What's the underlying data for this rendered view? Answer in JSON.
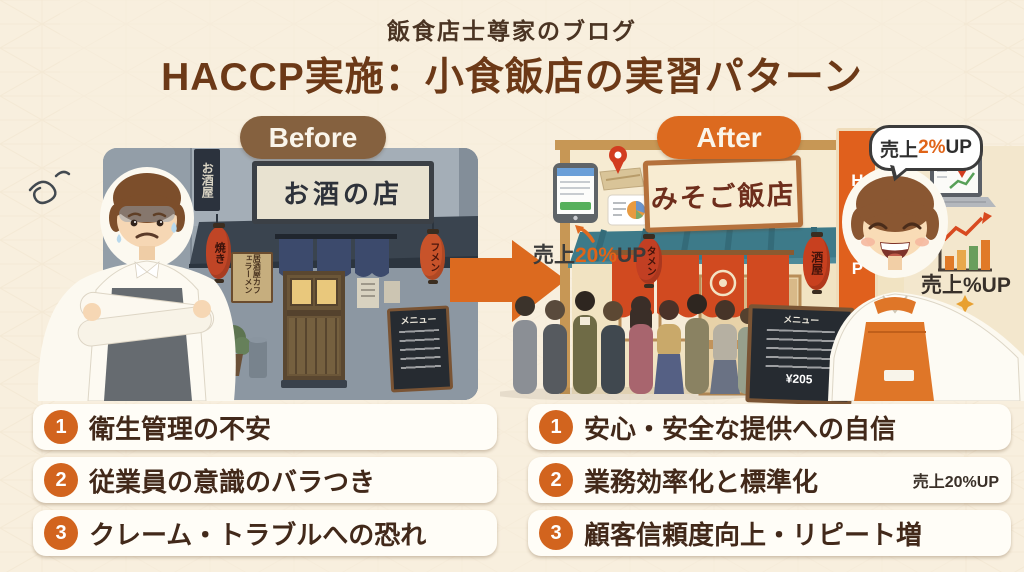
{
  "header": {
    "blog_label": "飯食店士尊家のブログ",
    "title": "HACCP実施：小食飯店の実習パターン"
  },
  "before": {
    "badge": "Before",
    "scene": {
      "hanging_sign": "お酒屋",
      "main_sign": "お酒の店",
      "lantern_left": "焼き",
      "wooden_sign": "居酒屋カフェラーメン",
      "lantern_right": "フメン",
      "menu_board": "メニュー"
    },
    "issues": [
      {
        "num": "1",
        "text": "衛生管理の不安"
      },
      {
        "num": "2",
        "text": "従業員の意識のバラつき"
      },
      {
        "num": "3",
        "text": "クレーム・トラブルへの恐れ"
      }
    ]
  },
  "after": {
    "badge": "After",
    "scene": {
      "main_sign": "みそご飯店",
      "haccp_sign": "HACCP",
      "lantern_left": "タメン",
      "lantern_right": "酒屋",
      "menu_board": "メニュー",
      "menu_price": "¥205"
    },
    "callouts": {
      "sales_left_prefix": "売上",
      "sales_left_value": "20%",
      "sales_left_suffix": "UP",
      "bubble_prefix": "売上",
      "bubble_value": "2%",
      "bubble_suffix": "UP",
      "sales_right": "売上%UP"
    },
    "benefits": [
      {
        "num": "1",
        "text": "安心・安全な提供への自信",
        "extra": ""
      },
      {
        "num": "2",
        "text": "業務効率化と標準化",
        "extra": "売上20%UP"
      },
      {
        "num": "3",
        "text": "顧客信頼度向上・リピート増",
        "extra": ""
      }
    ]
  },
  "colors": {
    "background_cream": "#f8efde",
    "accent_orange": "#dc6a1f",
    "badge_brown": "#85613f",
    "title_brown": "#6c3917",
    "list_text_brown": "#42291a"
  }
}
